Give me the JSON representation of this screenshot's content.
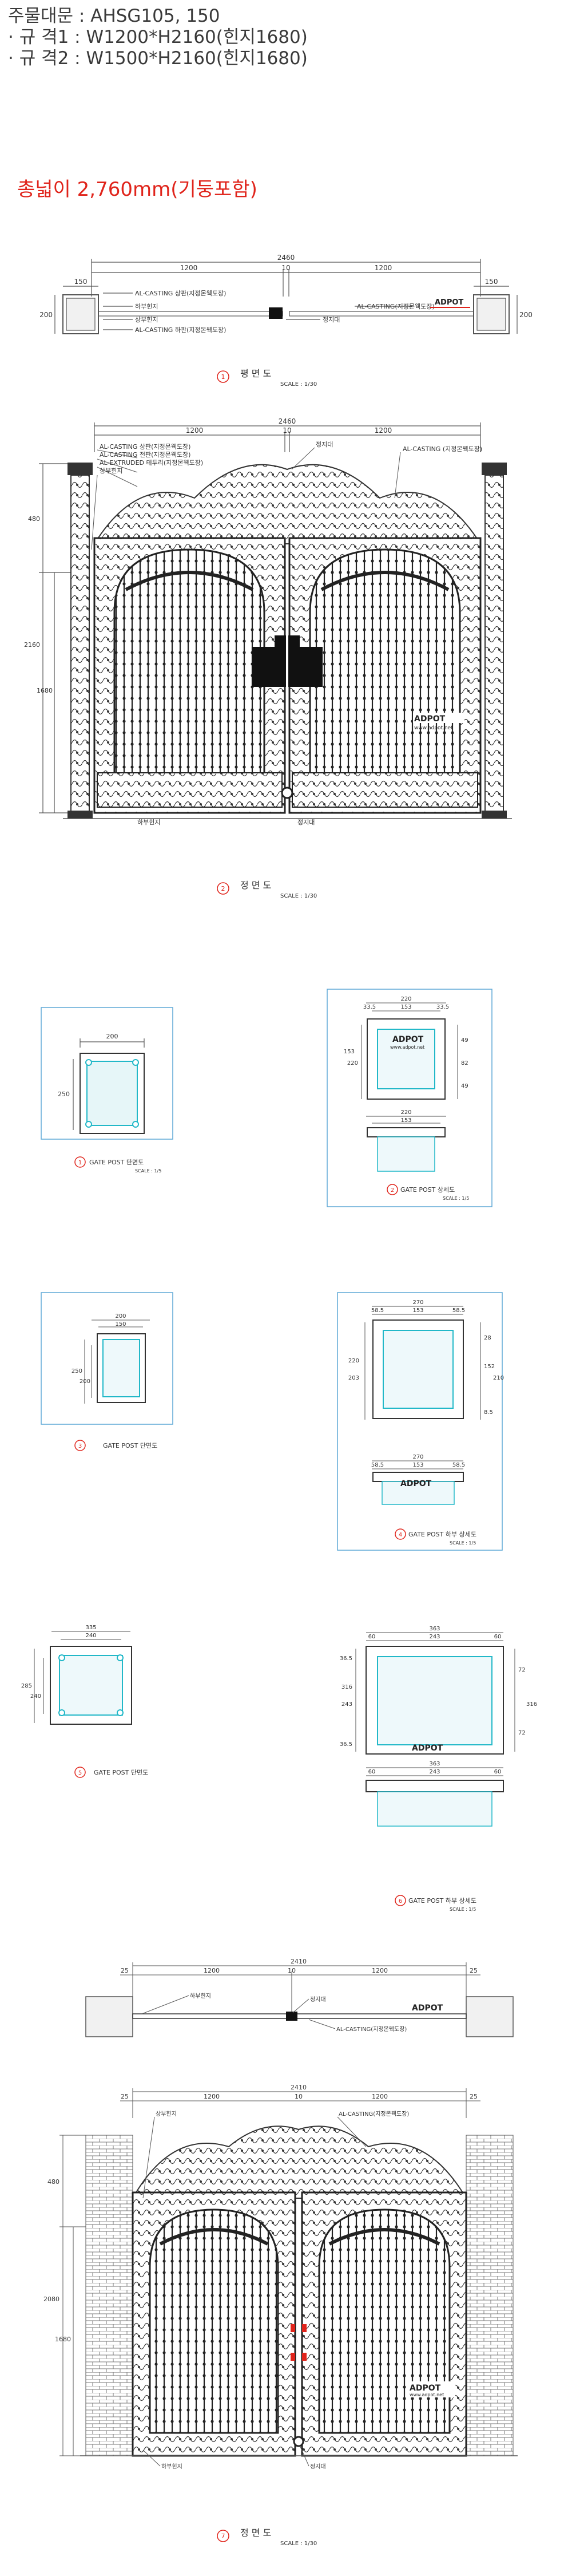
{
  "header": {
    "line1": "주물대문 : AHSG105, 150",
    "line2": "· 규 격1 : W1200*H2160(힌지1680)",
    "line3": "· 규 격2 : W1500*H2160(힌지1680)"
  },
  "total_width": "총넓이 2,760mm(기둥포함)",
  "colors": {
    "red": "#e0241b",
    "line": "#555555",
    "cyan": "#22b8c8",
    "blue_frame": "#5fa8d6",
    "dim_blue": "#3b5bdb"
  },
  "logo": {
    "text": "ADPOT",
    "url": "www.adpot.net"
  },
  "plan1": {
    "total": "2460",
    "left": "1200",
    "mid": "10",
    "right": "1200",
    "post_w": "150",
    "post_h": "200",
    "labels": [
      "AL-CASTING 상판(지정몬웩도장)",
      "하부힌지",
      "상부힌지",
      "AL-CASTING 하판(지정몬웩도장)",
      "정지대",
      "AL-CASTING(지정몬웩도장)"
    ],
    "title": "평 면 도",
    "scale": "SCALE : 1/30"
  },
  "elev1": {
    "total": "2460",
    "left": "1200",
    "mid": "10",
    "right": "1200",
    "heights": [
      "480",
      "1680",
      "2160"
    ],
    "labels_left": [
      "AL-CASTING 상판(지정몬웩도장)",
      "AL-CASTING 전판(지정몬웩도장)",
      "AL-EXTRUDED 테두리(지정몬웩도장)",
      "상부힌지"
    ],
    "label_stop": "정지대",
    "label_top": "AL-CASTING (지정몬웩도장)",
    "labels_bottom": [
      "하부힌지",
      "정지대"
    ],
    "title": "정 면 도",
    "scale": "SCALE : 1/30"
  },
  "post1": {
    "sec_w": "200",
    "sec_h": "250",
    "sec_cap": "GATE POST 단면도",
    "sec_scale": "SCALE : 1/5",
    "det_top": [
      "220",
      "153",
      "33.5",
      "33.5"
    ],
    "det_side": [
      "220",
      "82",
      "49",
      "49",
      "153"
    ],
    "det_bottom": [
      "220",
      "153"
    ],
    "det_cap": "GATE POST 상세도",
    "det_scale": "SCALE : 1/5"
  },
  "post2": {
    "sec_w": "200",
    "sec_w2": "150",
    "sec_h": "250",
    "sec_h2": "200",
    "sec_cap": "GATE POST 단면도",
    "det_top": [
      "270",
      "58.5",
      "153",
      "58.5"
    ],
    "det_side": [
      "220",
      "203",
      "28",
      "152",
      "210",
      "8.5"
    ],
    "det_bottom": [
      "270",
      "58.5",
      "153",
      "58.5"
    ],
    "det_cap": "GATE POST 하부 상세도",
    "det_scale": "SCALE : 1/5"
  },
  "post3": {
    "sec_w": "335",
    "sec_w2": "240",
    "sec_h": "285",
    "sec_h2": "240",
    "sec_cap": "GATE POST 단면도",
    "det_top": [
      "363",
      "60",
      "243",
      "60"
    ],
    "det_side": [
      "316",
      "243",
      "36.5",
      "36.5",
      "72",
      "72",
      "316"
    ],
    "det_bottom": [
      "363",
      "60",
      "243",
      "60"
    ],
    "det_cap": "GATE POST 하부 상세도",
    "det_scale": "SCALE : 1/5"
  },
  "plan2": {
    "total": "2410",
    "e1": "25",
    "left": "1200",
    "mid": "10",
    "right": "1200",
    "e2": "25",
    "labels": [
      "하부힌지",
      "정지대",
      "AL-CASTING(지정몬웩도장)"
    ]
  },
  "elev2": {
    "total": "2410",
    "e1": "25",
    "left": "1200",
    "mid": "10",
    "right": "1200",
    "e2": "25",
    "heights": [
      "480",
      "1680",
      "2080"
    ],
    "labels": [
      "상부힌지",
      "AL-CASTING(지정몬웩도장)",
      "하부힌지",
      "정지대"
    ],
    "title": "정 면 도",
    "scale": "SCALE : 1/30"
  }
}
